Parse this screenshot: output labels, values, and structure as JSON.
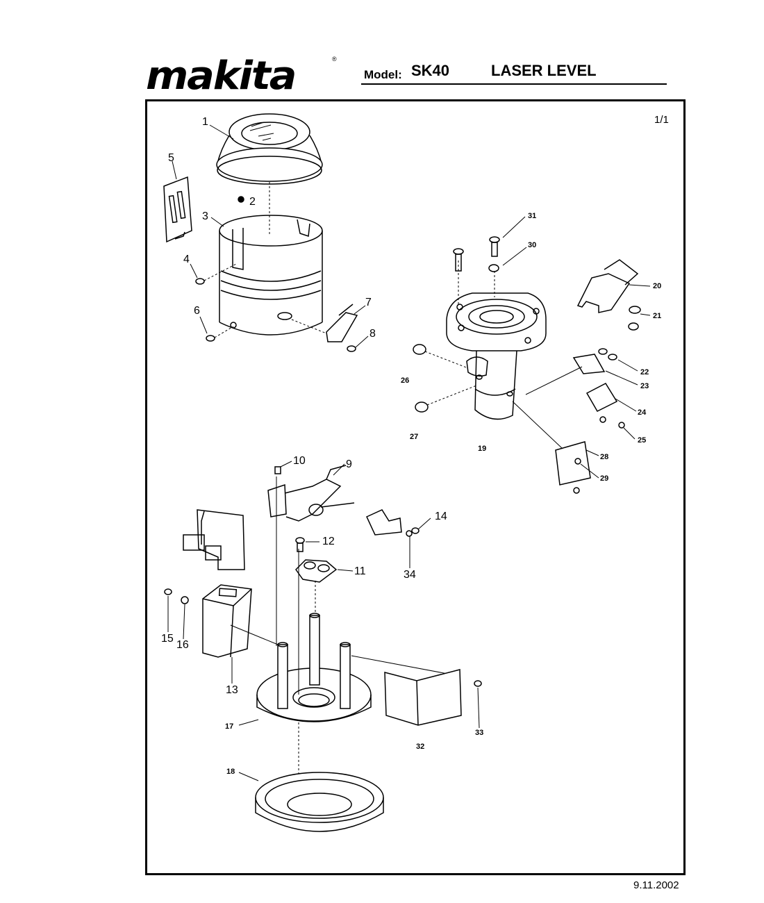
{
  "header": {
    "brand": "makita",
    "model_label": "Model:",
    "model": "SK40",
    "product_name": "LASER LEVEL"
  },
  "sheet": {
    "page": "1/1",
    "date": "9.11.2002"
  },
  "callouts": [
    "1",
    "2",
    "3",
    "4",
    "5",
    "6",
    "7",
    "8",
    "9",
    "10",
    "11",
    "12",
    "13",
    "14",
    "15",
    "16",
    "17",
    "18",
    "19",
    "20",
    "21",
    "22",
    "23",
    "24",
    "25",
    "26",
    "27",
    "28",
    "29",
    "30",
    "31",
    "32",
    "33",
    "34",
    "29"
  ]
}
